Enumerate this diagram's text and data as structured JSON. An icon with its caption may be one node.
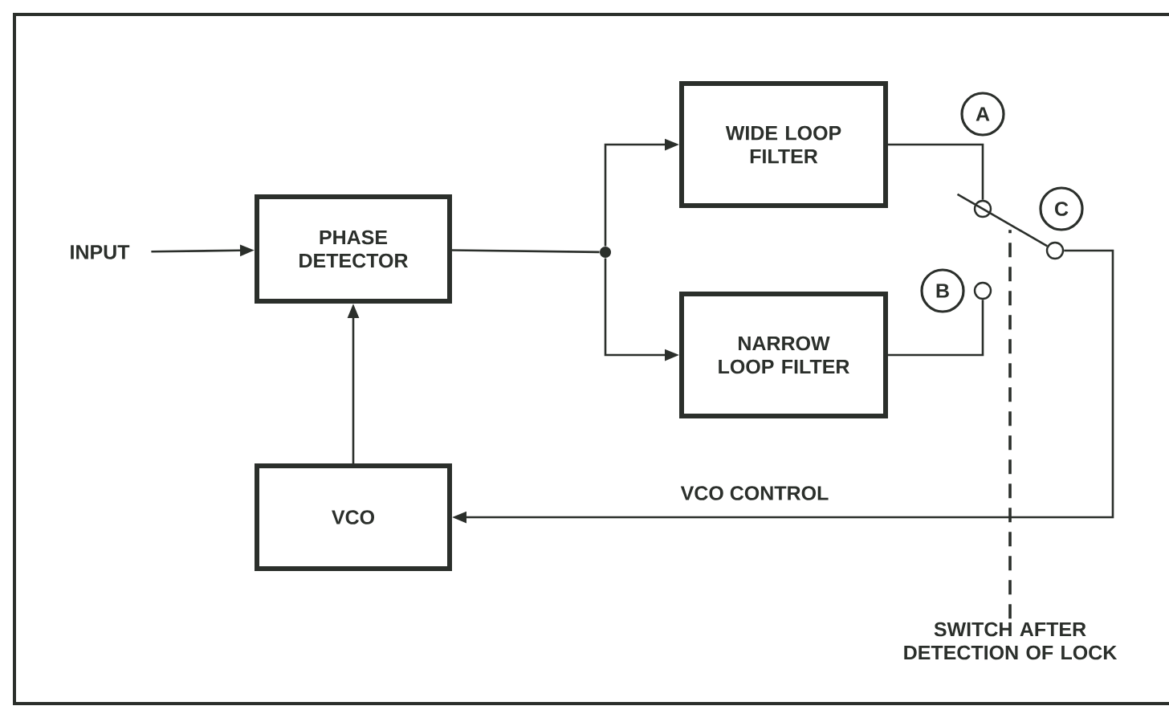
{
  "diagram": {
    "nodes": [
      {
        "text": [
          "INPUT"
        ]
      },
      {
        "text": [
          "PHASE DETECTOR"
        ]
      },
      {
        "text": [],
        "shape": "circle"
      },
      {
        "text": [
          "WIDE LOOP FILTER"
        ]
      },
      {
        "text": [
          "NARROW LOOP FILTER"
        ]
      },
      {
        "text": [],
        "shape": "circle",
        "beside": [
          "A"
        ]
      },
      {
        "text": [],
        "shape": "circle",
        "beside": [
          "C"
        ]
      },
      {
        "text": [],
        "shape": "circle",
        "beside": [
          "B"
        ]
      },
      {
        "text": [
          "VCO"
        ]
      },
      {
        "text": [
          "SWITCH AFTER DETECTION OF LOCK"
        ]
      }
    ],
    "edges": [
      {
        "from": 0,
        "to": 1,
        "arrow": "to"
      },
      {
        "from": 1,
        "to": 2,
        "arrow": "none"
      },
      {
        "from": 2,
        "to": 3,
        "arrow": "to"
      },
      {
        "from": 2,
        "to": 4,
        "arrow": "to"
      },
      {
        "from": 3,
        "to": 5,
        "arrow": "none"
      },
      {
        "from": 4,
        "to": 7,
        "arrow": "none"
      },
      {
        "from": 6,
        "to": 5,
        "arrow": "none"
      },
      {
        "from": 6,
        "to": 8,
        "arrow": "to",
        "label": "VCO CONTROL"
      },
      {
        "from": 8,
        "to": 1,
        "arrow": "to"
      },
      {
        "from": 9,
        "to": null,
        "arrow": "none",
        "style": "dashed"
      }
    ]
  }
}
